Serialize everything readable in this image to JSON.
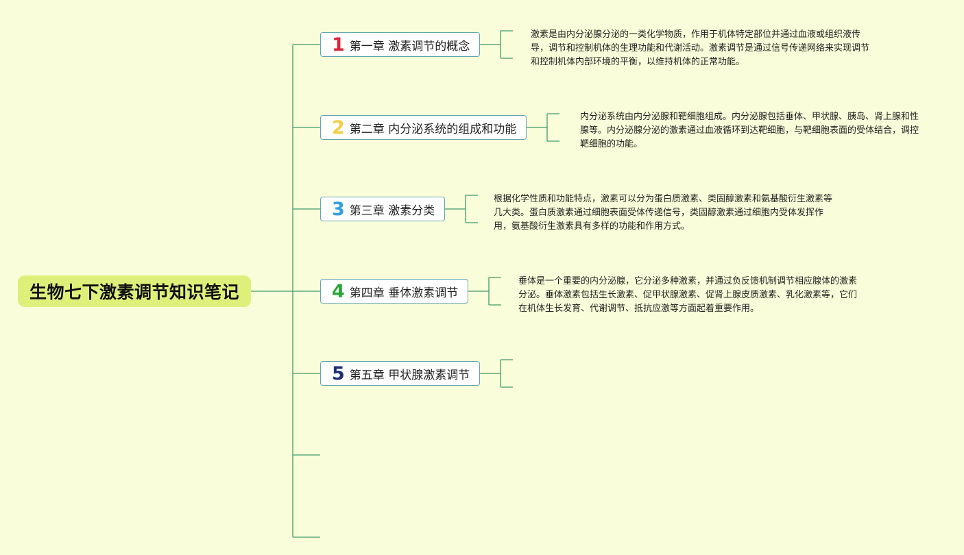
{
  "root": {
    "title": "生物七下激素调节知识笔记"
  },
  "chapters": [
    {
      "num": "1",
      "label": "第一章 激素调节的概念",
      "color": "#d9263b",
      "desc": "激素是由内分泌腺分泌的一类化学物质，作用于机体特定部位并通过血液或组织液传导，调节和控制机体的生理功能和代谢活动。激素调节是通过信号传递网络来实现调节和控制机体内部环境的平衡，以维持机体的正常功能。"
    },
    {
      "num": "2",
      "label": "第二章 内分泌系统的组成和功能",
      "color": "#f2cf43",
      "desc": "内分泌系统由内分泌腺和靶细胞组成。内分泌腺包括垂体、甲状腺、胰岛、肾上腺和性腺等。内分泌腺分泌的激素通过血液循环到达靶细胞，与靶细胞表面的受体结合，调控靶细胞的功能。"
    },
    {
      "num": "3",
      "label": "第三章 激素分类",
      "color": "#2f9fe0",
      "desc": "根据化学性质和功能特点，激素可以分为蛋白质激素、类固醇激素和氨基酸衍生激素等几大类。蛋白质激素通过细胞表面受体传递信号，类固醇激素通过细胞内受体发挥作用，氨基酸衍生激素具有多样的功能和作用方式。"
    },
    {
      "num": "4",
      "label": "第四章 垂体激素调节",
      "color": "#2aa53a",
      "desc": "垂体是一个重要的内分泌腺，它分泌多种激素，并通过负反馈机制调节相应腺体的激素分泌。垂体激素包括生长激素、促甲状腺激素、促肾上腺皮质激素、乳化激素等，它们在机体生长发育、代谢调节、抵抗应激等方面起着重要作用。"
    },
    {
      "num": "5",
      "label": "第五章 甲状腺激素调节",
      "color": "#1e2f7a",
      "desc": ""
    }
  ],
  "colors": {
    "background": "#fafdd9",
    "root_fill": "#def07a",
    "line": "#2e8a5e"
  }
}
